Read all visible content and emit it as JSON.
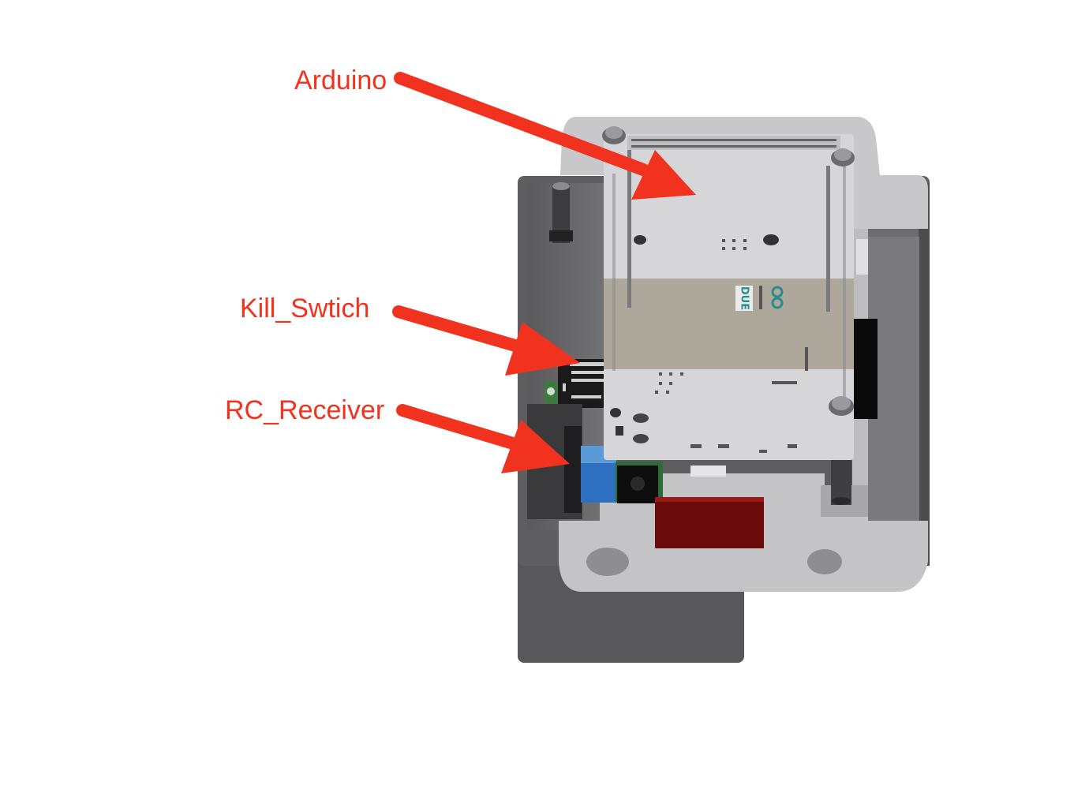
{
  "labels": {
    "arduino": "Arduino",
    "kill_switch": "Kill_Swtich",
    "rc_receiver": "RC_Receiver"
  },
  "board_silkscreen": "DUE",
  "colors": {
    "annotation": "#f0321e",
    "enclosure_dark": "#5b5b5e",
    "enclosure_mid": "#6a6a6d",
    "lid": "#c6c6c9",
    "board": "#d6d6d8",
    "board_band": "#aea89c",
    "board_accent": "#2a8c8c",
    "terminal_block": "#2f6fbf",
    "red_module": "#6b0b0b"
  }
}
